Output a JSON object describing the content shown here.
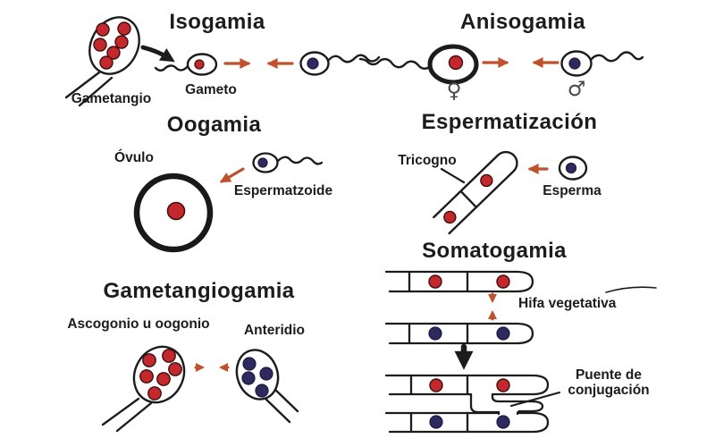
{
  "palette": {
    "red_nucleus": "#c5282c",
    "blue_nucleus": "#2e2a5f",
    "arrow": "#c0512d",
    "ink": "#1c1c1c",
    "background": "#ffffff"
  },
  "sections": {
    "isogamia": {
      "title": "Isogamia",
      "gametangio_label": "Gametangio",
      "gameto_label": "Gameto"
    },
    "anisogamia": {
      "title": "Anisogamia",
      "female_symbol": "♀",
      "male_symbol": "♂"
    },
    "oogamia": {
      "title": "Oogamia",
      "ovulo_label": "Óvulo",
      "espermatozoide_label": "Espermatzoide"
    },
    "espermatizacion": {
      "title": "Espermatización",
      "tricogno_label": "Tricogno",
      "esperma_label": "Esperma"
    },
    "somatogamia": {
      "title": "Somatogamia",
      "hifa_label": "Hifa vegetativa",
      "puente_label": "Puente de conjugación"
    },
    "gametangiogamia": {
      "title": "Gametangiogamia",
      "ascogonio_label": "Ascogonio u oogonio",
      "anteridio_label": "Anteridio"
    }
  }
}
